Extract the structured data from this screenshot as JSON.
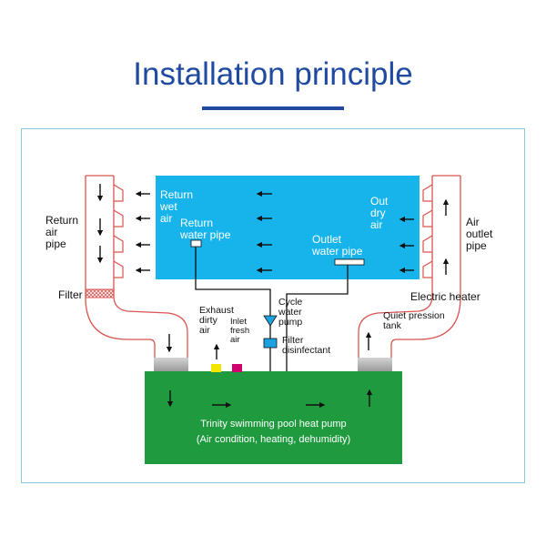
{
  "header": {
    "title": "Installation principle"
  },
  "diagram": {
    "labels": {
      "return_wet_air": [
        "Return",
        "wet",
        "air"
      ],
      "return_water_pipe": [
        "Return",
        "water pipe"
      ],
      "out_dry_air": [
        "Out",
        "dry",
        "air"
      ],
      "outlet_water_pipe": [
        "Outlet",
        "water pipe"
      ],
      "return_air_pipe": [
        "Return",
        "air",
        "pipe"
      ],
      "air_outlet_pipe": [
        "Air",
        "outlet",
        "pipe"
      ],
      "filter": "Filter",
      "electric_heater": "Electric heater",
      "quiet_pression_tank": [
        "Quiet pression",
        "tank"
      ],
      "exhaust_dirty_air": [
        "Exhaust",
        "dirty",
        "air"
      ],
      "inlet_fresh_air": [
        "Inlet",
        "fresh",
        "air"
      ],
      "cycle_water_pump": [
        "Cycle",
        "water",
        "pump"
      ],
      "filter_disinfectant": [
        "Filter",
        "disinfectant"
      ],
      "heat_pump_title": "Trinity swimming pool heat pump",
      "heat_pump_subtitle": "(Air condition, heating, dehumidity)"
    },
    "colors": {
      "pool_hall": "#16b4ea",
      "heat_pump": "#1f9a3e",
      "duct_outline": "#d9534f",
      "title": "#1f4aa0",
      "exhaust_marker": "#f2e500",
      "fresh_air_marker": "#d0006f",
      "pump_marker": "#1aa3e0"
    }
  }
}
